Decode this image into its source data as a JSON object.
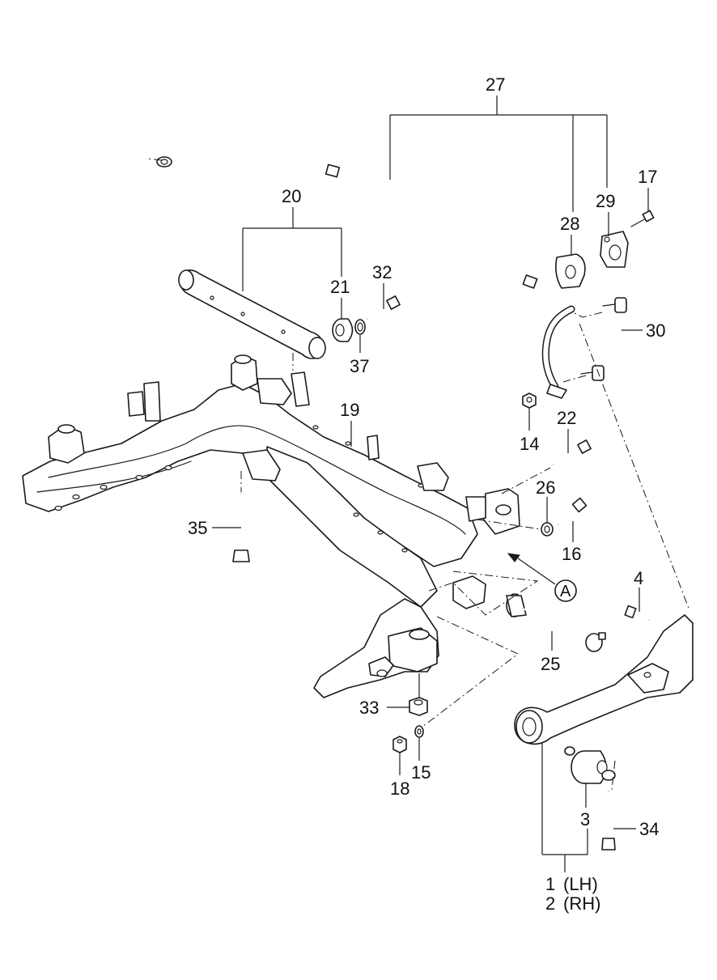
{
  "labels": {
    "p27": "27",
    "p17": "17",
    "p29": "29",
    "p28": "28",
    "p20": "20",
    "p32": "32",
    "p21": "21",
    "p30": "30",
    "p37": "37",
    "p19": "19",
    "p22": "22",
    "p14": "14",
    "p26": "26",
    "p16": "16",
    "p35": "35",
    "pA": "A",
    "p4": "4",
    "p25": "25",
    "p33": "33",
    "p15": "15",
    "p18": "18",
    "p3": "3",
    "p34": "34",
    "p1": "1",
    "p1_side": "(LH)",
    "p2": "2",
    "p2_side": "(RH)"
  }
}
